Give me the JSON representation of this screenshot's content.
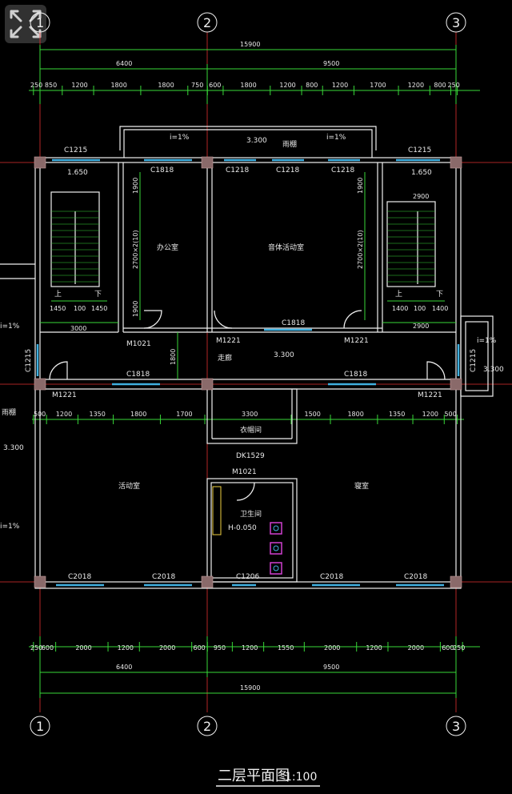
{
  "title": "二层平面图",
  "scale": "1:100",
  "axes": [
    "1",
    "2",
    "3"
  ],
  "top_dims": {
    "overall": "15900",
    "sub": [
      "6400",
      "9500"
    ],
    "detail": [
      "250",
      "850",
      "1200",
      "1800",
      "1800",
      "750",
      "600",
      "1800",
      "1200",
      "800",
      "1200",
      "1700",
      "1200",
      "800",
      "250"
    ]
  },
  "bottom_dims": {
    "overall": "15900",
    "sub": [
      "6400",
      "9500"
    ],
    "detail": [
      "250",
      "600",
      "2000",
      "1200",
      "2000",
      "600",
      "950",
      "1200",
      "1550",
      "2000",
      "1200",
      "2000",
      "600",
      "250"
    ]
  },
  "mid_dims": [
    "500",
    "1200",
    "1350",
    "1800",
    "1700",
    "3300",
    "1500",
    "1800",
    "1350",
    "1200",
    "500"
  ],
  "rooms": {
    "office": "办公室",
    "music": "音体活动室",
    "corridor": "走廊",
    "cloak": "衣帽间",
    "activity": "活动室",
    "bedroom": "寝室",
    "toilet": "卫生间",
    "canopy_top": "雨棚",
    "canopy_left": "雨棚"
  },
  "labels": {
    "c1215a": "C1215",
    "c1215b": "C1215",
    "c1818a": "C1818",
    "c1218a": "C1218",
    "c1218b": "C1218",
    "c1218c": "C1218",
    "c1818b": "C1818",
    "c1818c": "C1818",
    "c1818d": "C1818",
    "c1215l": "C1215",
    "c1215r": "C1215",
    "m1021a": "M1021",
    "m1221a": "M1221",
    "m1221b": "M1221",
    "m1221c": "M1221",
    "m1221d": "M1221",
    "dk1529": "DK1529",
    "m1021b": "M1021",
    "c2018a": "C2018",
    "c2018b": "C2018",
    "c1206": "C1206",
    "c2018c": "C2018",
    "c2018d": "C2018",
    "h": "H-0.050",
    "elev1": "3.300",
    "elev2": "3.300",
    "elev3": "3.300",
    "elev4": "3.300",
    "stair1": "1.650",
    "stair2": "1.650",
    "slope1": "i=1%",
    "slope2": "i=1%",
    "slope3": "i=1%",
    "slope4": "i=1%",
    "slope5": "i=1%",
    "up1": "上",
    "down1": "下",
    "up2": "上",
    "down2": "下",
    "s1a": "1450",
    "s1b": "100",
    "s1c": "1450",
    "s2a": "1400",
    "s2b": "100",
    "s2c": "1400",
    "w3000": "3000",
    "w2900a": "2900",
    "w2900b": "2900",
    "v1900a": "1900",
    "v1900b": "1900",
    "v2700a": "2700×2(10)",
    "v2700b": "2700×2(10)",
    "v1800": "1800",
    "v1900c": "1900"
  },
  "colors": {
    "axis": "#e03030",
    "dim": "#38d838",
    "wall": "#f0f0f0",
    "window": "#40b0e0"
  },
  "icons": {
    "expand": "expand-icon"
  }
}
